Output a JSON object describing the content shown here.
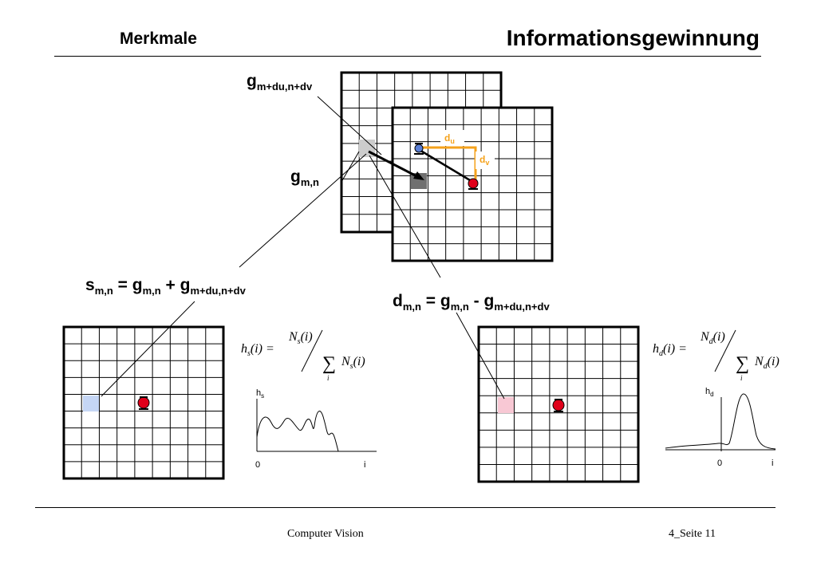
{
  "header": {
    "section": "Merkmale",
    "title": "Informationsgewinnung"
  },
  "footer": {
    "course": "Computer Vision",
    "page": "4_Seite 11"
  },
  "labels": {
    "g_shift_base": "g",
    "g_shift_sub": "m+du,n+dv",
    "g_base": "g",
    "g_sub": "m,n",
    "du_base": "d",
    "du_sub": "u",
    "dv_base": "d",
    "dv_sub": "v"
  },
  "sum_eq": {
    "s": "s",
    "s_sub": "m,n",
    "eq": " = ",
    "g1": "g",
    "g1_sub": "m,n",
    "op": " + ",
    "g2": "g",
    "g2_sub": "m+du,n+dv"
  },
  "diff_eq": {
    "d": "d",
    "d_sub": "m,n",
    "eq": " = ",
    "g1": "g",
    "g1_sub": "m,n",
    "op": " - ",
    "g2": "g",
    "g2_sub": "m+du,n+dv"
  },
  "formula_sum": {
    "lhs": "h",
    "lhs_sub": "s",
    "lhs_arg": "(i) =",
    "num": "N",
    "num_sub": "s",
    "num_arg": "(i)",
    "sigma": "∑",
    "sigma_idx": "i",
    "den": "N",
    "den_sub": "s",
    "den_arg": "(i)"
  },
  "formula_diff": {
    "lhs": "h",
    "lhs_sub": "d",
    "lhs_arg": "(i) =",
    "num": "N",
    "num_sub": "d",
    "num_arg": "(i)",
    "sigma": "∑",
    "sigma_idx": "i",
    "den": "N",
    "den_sub": "d",
    "den_arg": "(i)"
  },
  "plot_sum": {
    "ylabel": "h",
    "ylabel_sub": "s",
    "x0": "0",
    "xlabel": "i"
  },
  "plot_diff": {
    "ylabel": "h",
    "ylabel_sub": "d",
    "x0": "0",
    "xlabel": "i"
  },
  "colors": {
    "orange": "#f5a21b",
    "light_gray": "#cccccc",
    "dark_gray": "#707070",
    "light_blue": "#c5d6f5",
    "pink": "#f8c8d4",
    "red": "#e0001a",
    "blue": "#5a7fd6"
  }
}
